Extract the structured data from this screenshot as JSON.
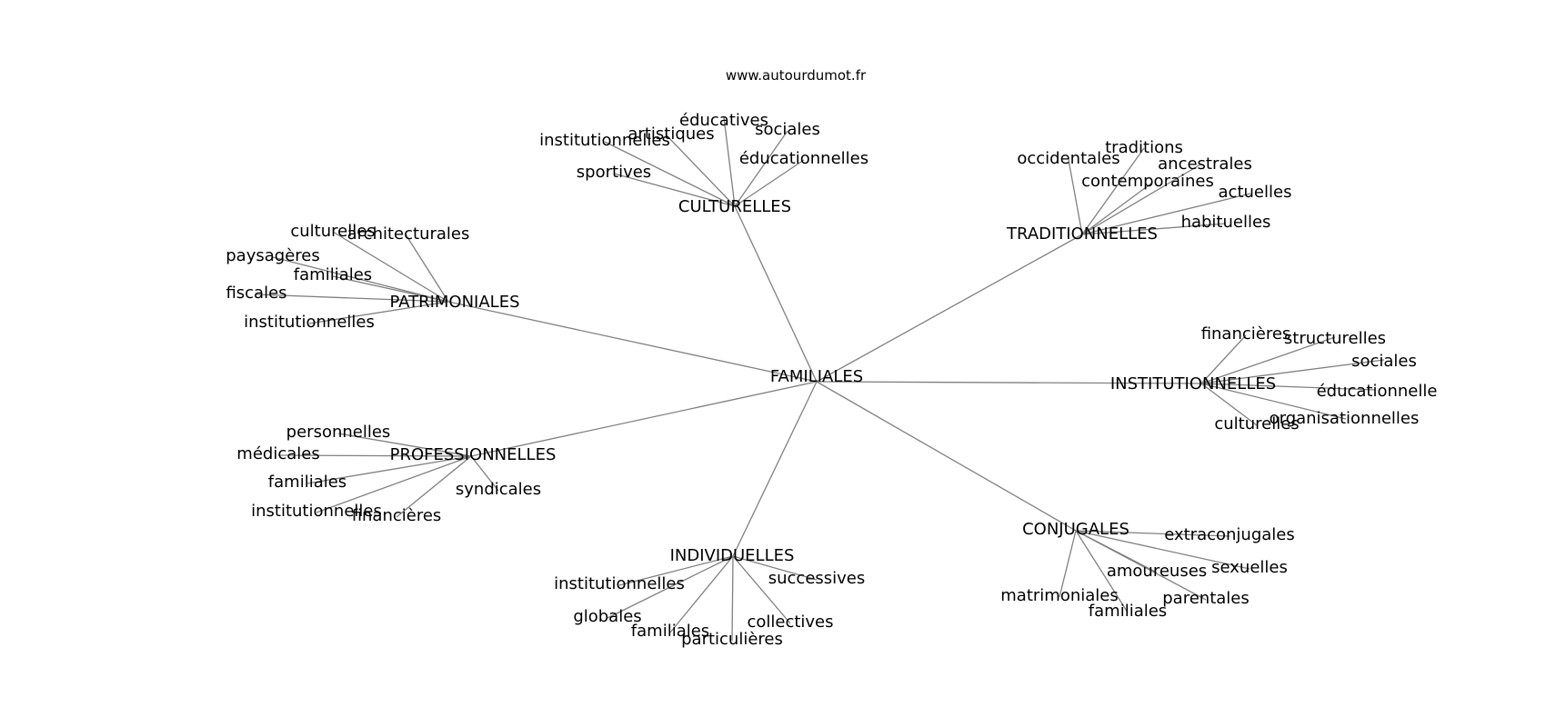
{
  "source": "www.autourdumot.fr",
  "center": {
    "label": "FAMILIALES"
  },
  "branches": [
    {
      "label": "CULTURELLES",
      "leaves": [
        "éducatives",
        "artistiques",
        "institutionnelles",
        "sociales",
        "éducationnelles",
        "sportives"
      ]
    },
    {
      "label": "TRADITIONNELLES",
      "leaves": [
        "traditions",
        "occidentales",
        "ancestrales",
        "contemporaines",
        "actuelles",
        "habituelles"
      ]
    },
    {
      "label": "PATRIMONIALES",
      "leaves": [
        "culturelles",
        "architecturales",
        "paysagères",
        "familiales",
        "fiscales",
        "institutionnelles"
      ]
    },
    {
      "label": "INSTITUTIONNELLES",
      "leaves": [
        "financières",
        "structurelles",
        "sociales",
        "éducationnelle",
        "organisationnelles",
        "culturelles"
      ]
    },
    {
      "label": "PROFESSIONNELLES",
      "leaves": [
        "personnelles",
        "médicales",
        "familiales",
        "syndicales",
        "institutionnelles",
        "financières"
      ]
    },
    {
      "label": "CONJUGALES",
      "leaves": [
        "extraconjugales",
        "sexuelles",
        "amoureuses",
        "matrimoniales",
        "parentales",
        "familiales"
      ]
    },
    {
      "label": "INDIVIDUELLES",
      "leaves": [
        "successives",
        "institutionnelles",
        "globales",
        "collectives",
        "familiales",
        "particulières"
      ]
    }
  ]
}
